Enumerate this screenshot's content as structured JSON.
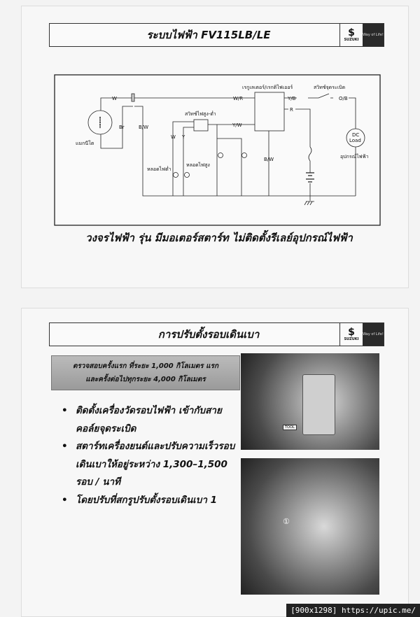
{
  "slide1": {
    "title": "ระบบไฟฟ้า FV115LB/LE",
    "logo": {
      "brand": "SUZUKI",
      "tagline": "Way of Life!"
    },
    "diagram": {
      "labels": {
        "magneto": "แมกนีโต",
        "regulator": "เรกูเลเตอร์/เรกติไฟเออร์",
        "ignition_switch": "สวิทช์จุดระเบิด",
        "dimmer_switch": "สวิทช์ไฟสูง-ต่ำ",
        "low_beam": "หลอดไฟต่ำ",
        "high_beam": "หลอดไฟสูง",
        "electrical_device": "อุปกรณ์ไฟฟ้า",
        "dc_load_1": "DC",
        "dc_load_2": "Load"
      },
      "wires": {
        "w": "W",
        "br": "Br",
        "bw": "B/W",
        "wr": "W/R",
        "yb": "Y/B",
        "r": "R",
        "ob": "O/B",
        "yw": "Y/W",
        "w2": "W",
        "y": "Y",
        "bw2": "B/W"
      }
    },
    "caption": "วงจรไฟฟ้า รุ่น มีมอเตอร์สตาร์ท ไม่ติดตั้งรีเลย์อุปกรณ์ไฟฟ้า"
  },
  "slide2": {
    "title": "การปรับตั้งรอบเดินเบา",
    "logo": {
      "brand": "SUZUKI",
      "tagline": "Way of Life!"
    },
    "notice_line1": "ตรวจสอบครั้งแรก ที่ระยะ 1,000 กิโลเมตร แรก",
    "notice_line2": "และครั้งต่อไปทุกระยะ 4,000 กิโลเมตร",
    "bullets": [
      "ติดตั้งเครื่องวัดรอบไฟฟ้า เข้ากับสายคอล์ยจุดระเบิด",
      "สตาร์ทเครื่องยนต์และปรับความเร็วรอบเดินเบาให้อยู่ระหว่าง 1,300–1,500 รอบ / นาที",
      "โดยปรับที่สกรูปรับตั้งรอบเดินเบา 1"
    ],
    "photo1_tag": "TOOL",
    "photo2_marker": "①"
  },
  "footer": "[900x1298] https://upic.me/"
}
